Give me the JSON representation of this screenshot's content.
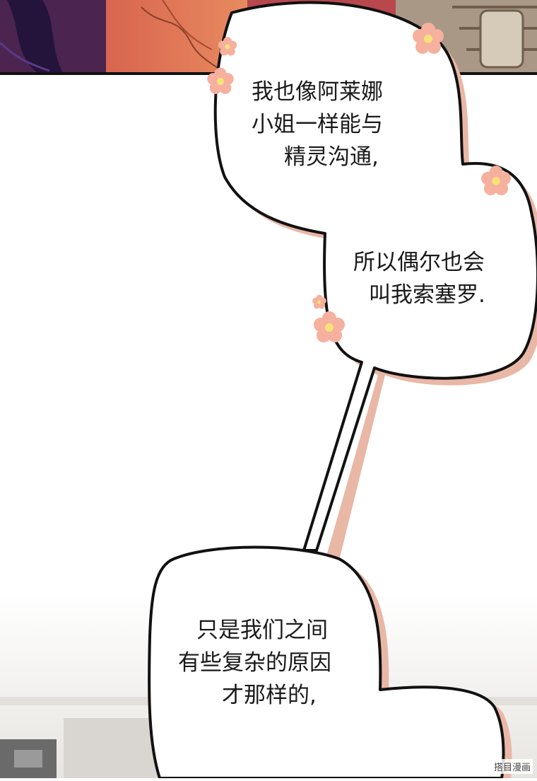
{
  "bubbles": [
    {
      "lines": [
        "我也像阿莱娜",
        "小姐一样能与",
        "精灵沟通,"
      ]
    },
    {
      "lines": [
        "所以偶尔也会",
        "叫我索塞罗."
      ]
    },
    {
      "lines": [
        "只是我们之间",
        "有些复杂的原因",
        "才那样的,"
      ]
    }
  ],
  "watermark": "搭目漫画",
  "colors": {
    "shadow": "#e9b7a6",
    "flower": "#f6b09e",
    "flower_center": "#f7e27a",
    "panel_red": "#c7474f",
    "panel_dark": "#3a1f4a"
  }
}
